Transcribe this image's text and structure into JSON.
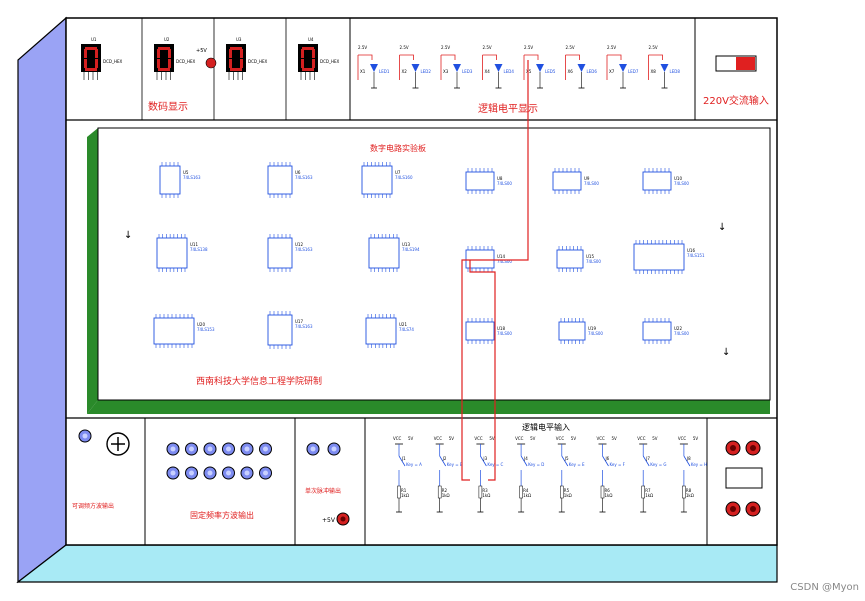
{
  "panels": {
    "digit_display_label": "数码显示",
    "logic_level_display_label": "逻辑电平显示",
    "ac_input_label": "220V交流输入",
    "board_label": "数字电路实验板",
    "maker_label": "西南科技大学信息工程学院研制",
    "logic_level_input_label": "逻辑电平输入",
    "adjustable_source_label": "可调频方波输出",
    "fixed_source_label": "固定频率方波输出",
    "pulse_label": "单次脉冲输出",
    "plus5v_label": "+5V"
  },
  "displays": [
    {
      "ref": "U1",
      "part": "DCD_HEX"
    },
    {
      "ref": "U2",
      "part": "DCD_HEX"
    },
    {
      "ref": "U3",
      "part": "DCD_HEX"
    },
    {
      "ref": "U4",
      "part": "DCD_HEX"
    }
  ],
  "leds": [
    {
      "ref": "X1",
      "name": "LED1"
    },
    {
      "ref": "X2",
      "name": "LED2"
    },
    {
      "ref": "X3",
      "name": "LED3"
    },
    {
      "ref": "X4",
      "name": "LED4"
    },
    {
      "ref": "X5",
      "name": "LED5"
    },
    {
      "ref": "X6",
      "name": "LED6"
    },
    {
      "ref": "X7",
      "name": "LED7"
    },
    {
      "ref": "X8",
      "name": "LED8"
    }
  ],
  "led_voltage": "2.5V",
  "chips": [
    {
      "ref": "U5",
      "part": "74LS163"
    },
    {
      "ref": "U6",
      "part": "74LS163"
    },
    {
      "ref": "U7",
      "part": "74LS160"
    },
    {
      "ref": "U8",
      "part": "74LS00"
    },
    {
      "ref": "U9",
      "part": "74LS00"
    },
    {
      "ref": "U10",
      "part": "74LS00"
    },
    {
      "ref": "U11",
      "part": "74LS138"
    },
    {
      "ref": "U12",
      "part": "74LS163"
    },
    {
      "ref": "U13",
      "part": "74LS194"
    },
    {
      "ref": "U14",
      "part": "74LS00"
    },
    {
      "ref": "U15",
      "part": "74LS00"
    },
    {
      "ref": "U16",
      "part": "74LS151"
    },
    {
      "ref": "U20",
      "part": "74LS153"
    },
    {
      "ref": "U17",
      "part": "74LS163"
    },
    {
      "ref": "U21",
      "part": "74LS74"
    },
    {
      "ref": "U18",
      "part": "74LS00"
    },
    {
      "ref": "U19",
      "part": "74LS00"
    },
    {
      "ref": "U22",
      "part": "74LS00"
    }
  ],
  "switches": [
    {
      "ref": "J1",
      "key": "Key = A",
      "res": "R1",
      "val": "1kΩ"
    },
    {
      "ref": "J2",
      "key": "Key = B",
      "res": "R2",
      "val": "1kΩ"
    },
    {
      "ref": "J3",
      "key": "Key = C",
      "res": "R3",
      "val": "1kΩ"
    },
    {
      "ref": "J4",
      "key": "Key = D",
      "res": "R4",
      "val": "1kΩ"
    },
    {
      "ref": "J5",
      "key": "Key = E",
      "res": "R5",
      "val": "1kΩ"
    },
    {
      "ref": "J6",
      "key": "Key = F",
      "res": "R6",
      "val": "1kΩ"
    },
    {
      "ref": "J7",
      "key": "Key = G",
      "res": "R7",
      "val": "1kΩ"
    },
    {
      "ref": "J8",
      "key": "Key = H",
      "res": "R8",
      "val": "1kΩ"
    }
  ],
  "vcc_label": "VCC",
  "vcc_value": "5V",
  "watermark": "CSDN @Myon⁠⁠"
}
